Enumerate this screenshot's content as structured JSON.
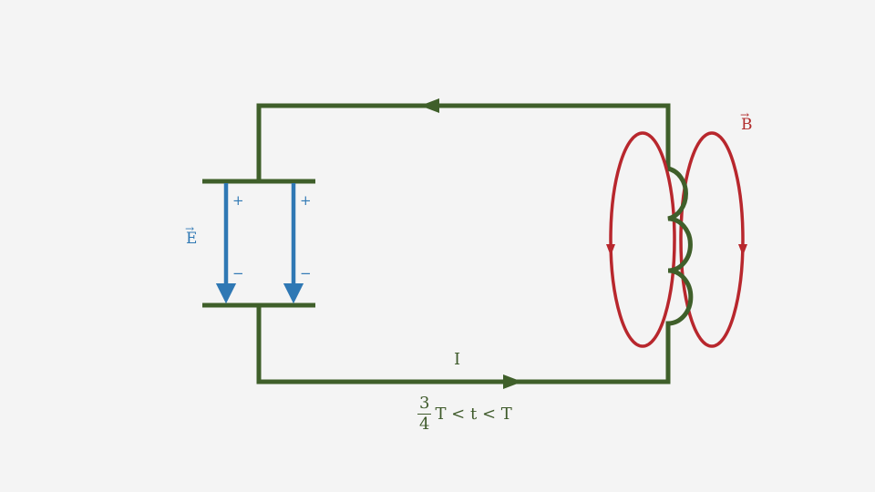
{
  "labels": {
    "electric_field": "E",
    "magnetic_field": "B",
    "current": "I",
    "plus_sign": "+",
    "minus_sign": "−",
    "vector_arrow": "→"
  },
  "time_interval": {
    "numerator": "3",
    "denominator": "4",
    "expression": "T < t < T"
  },
  "colors": {
    "wire": "#3f5f2a",
    "electric_field": "#2f78b4",
    "magnetic_field": "#b8272d",
    "background": "#f4f4f4"
  }
}
